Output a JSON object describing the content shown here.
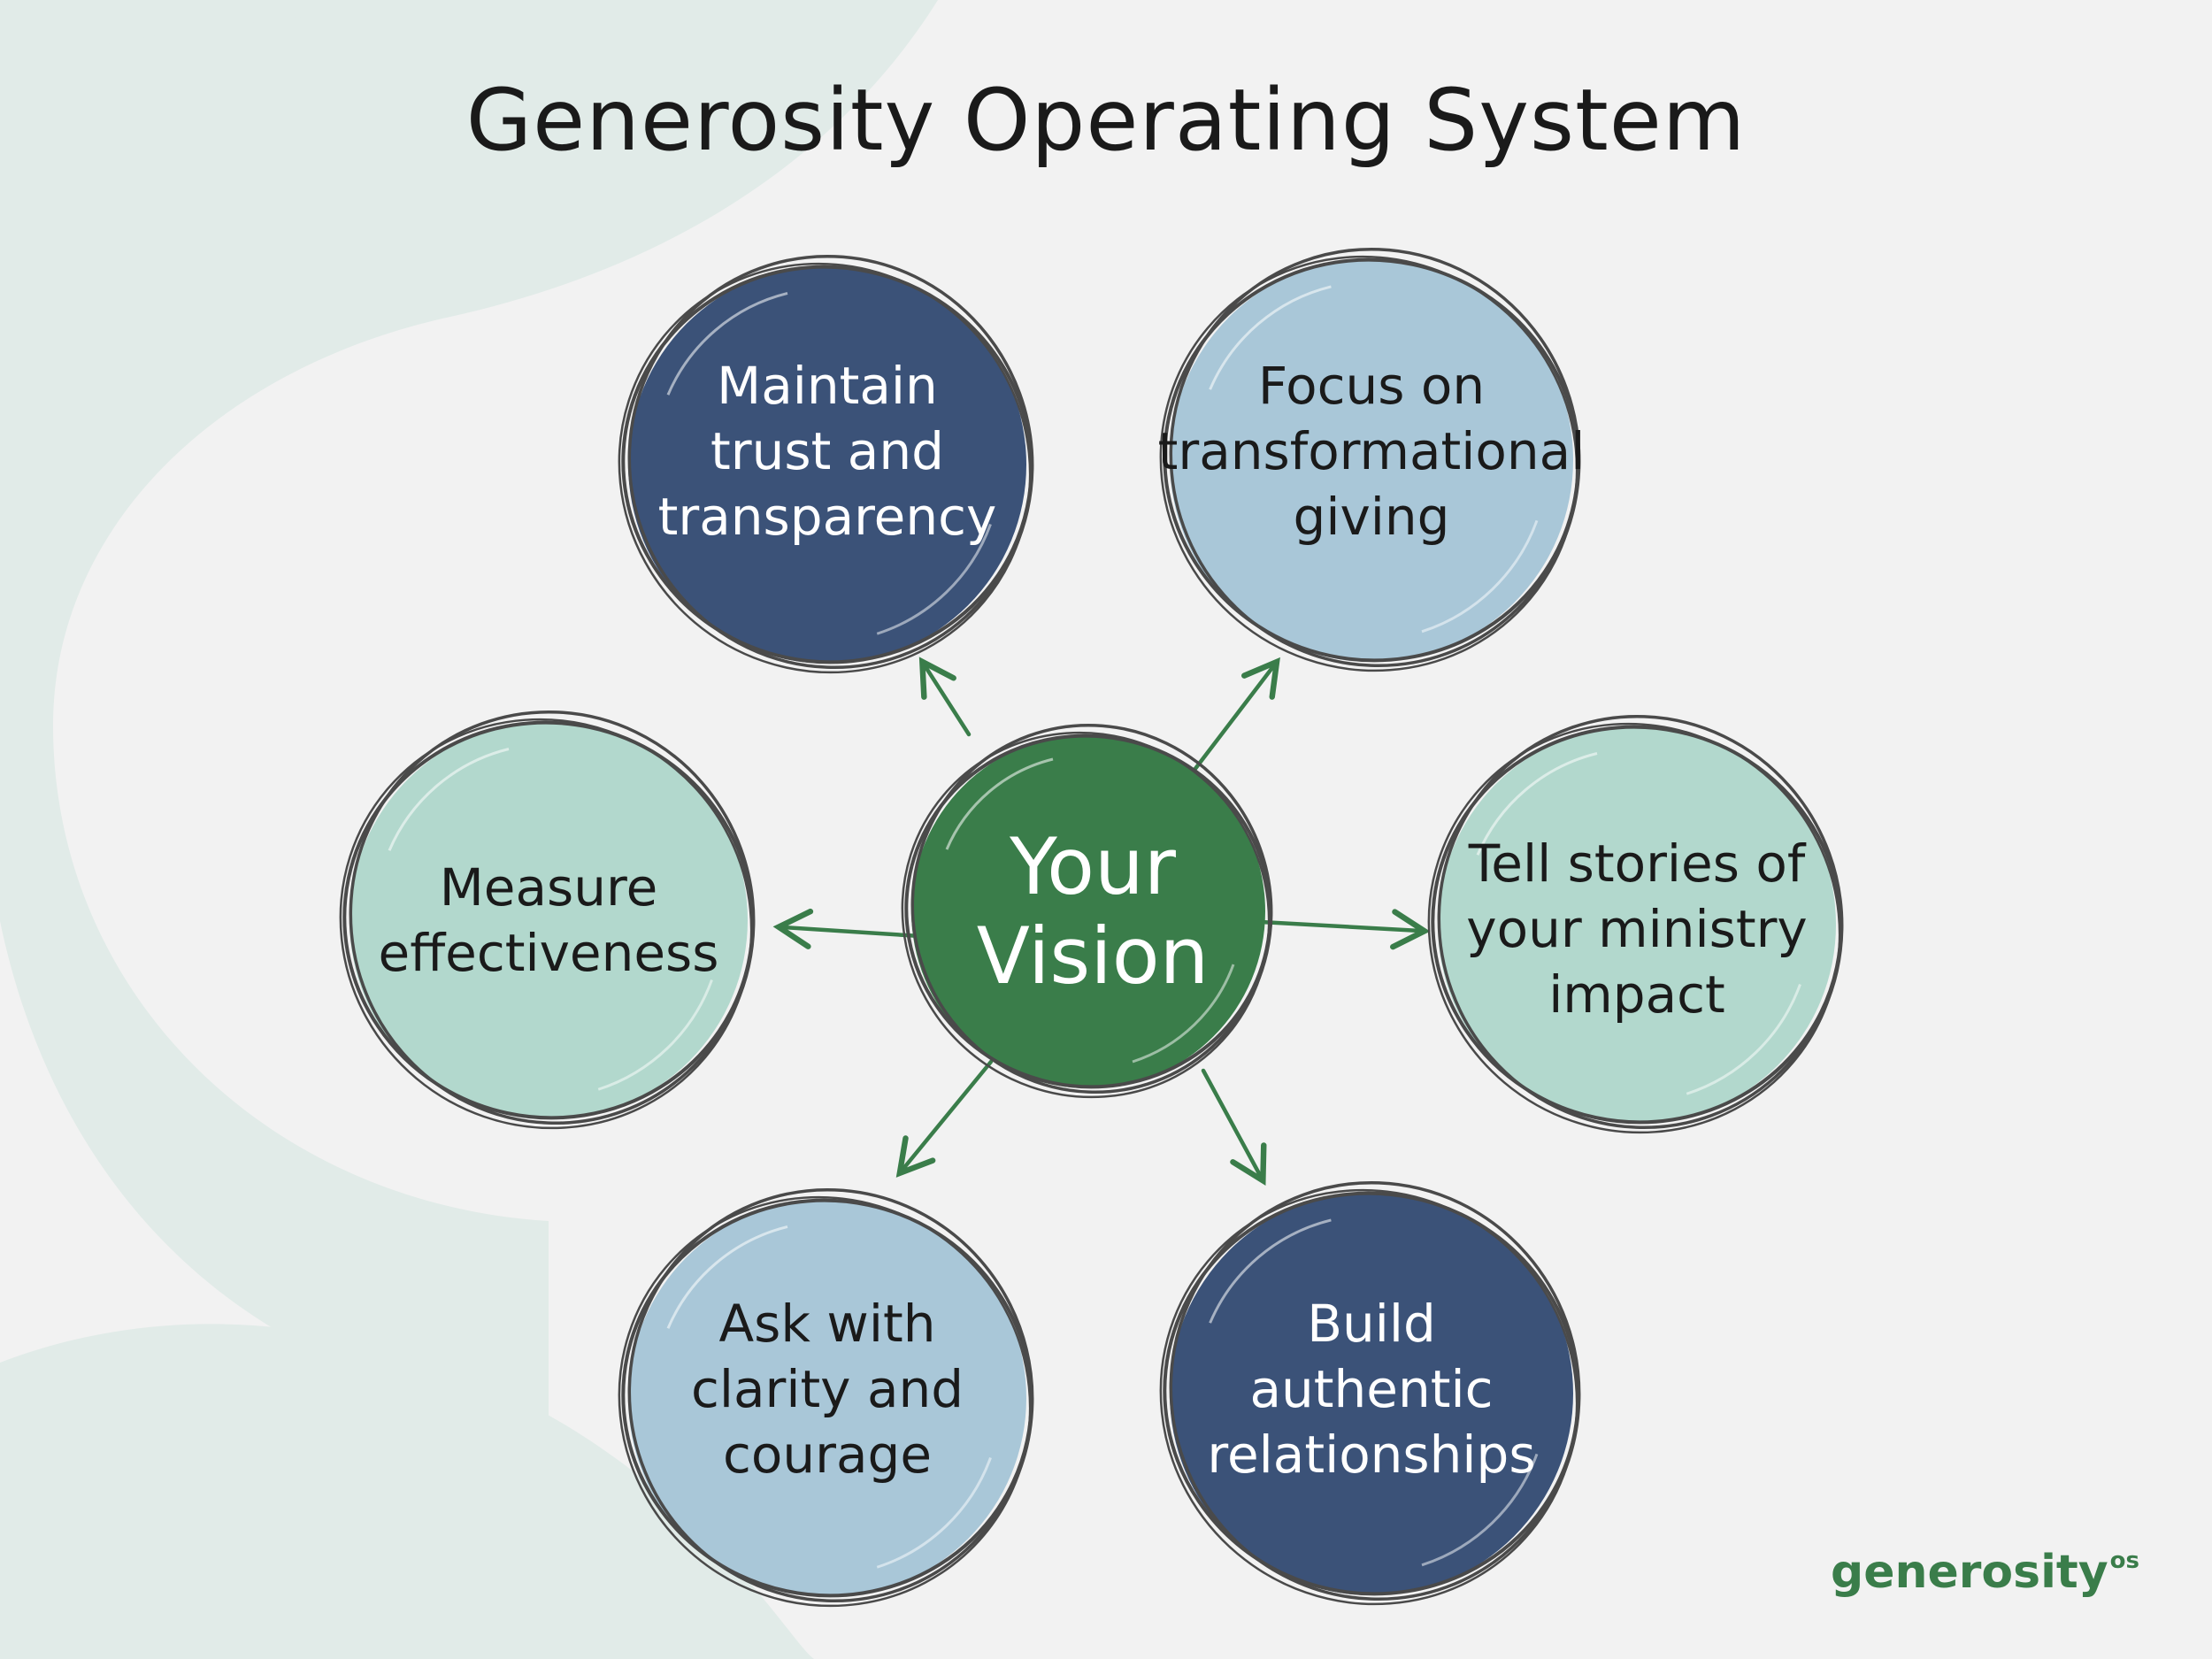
{
  "title": "Generosity Operating System",
  "center": {
    "label": "Your\nVision",
    "color": "#3a7d4a"
  },
  "nodes": [
    {
      "id": "maintain-trust",
      "label": "Maintain\ntrust and\ntransparency",
      "fill": "#3b5278",
      "text": "dark"
    },
    {
      "id": "focus-giving",
      "label": "Focus on\ntransformational\ngiving",
      "fill": "#a9c7d8",
      "text": "light"
    },
    {
      "id": "tell-stories",
      "label": "Tell stories of\nyour ministry\nimpact",
      "fill": "#b2d8cd",
      "text": "light"
    },
    {
      "id": "build-relationships",
      "label": "Build\nauthentic\nrelationships",
      "fill": "#3b5278",
      "text": "dark"
    },
    {
      "id": "ask-courage",
      "label": "Ask with\nclarity and\ncourage",
      "fill": "#a9c7d8",
      "text": "light"
    },
    {
      "id": "measure-effectiveness",
      "label": "Measure\neffectiveness",
      "fill": "#b2d8cd",
      "text": "light"
    }
  ],
  "colors": {
    "arrow": "#3a7d4a",
    "outline": "#4a4a4a",
    "background": "#f2f2f2",
    "watermark": "#e1ebe8"
  },
  "logo": {
    "text": "generosity",
    "superscript": "os"
  }
}
